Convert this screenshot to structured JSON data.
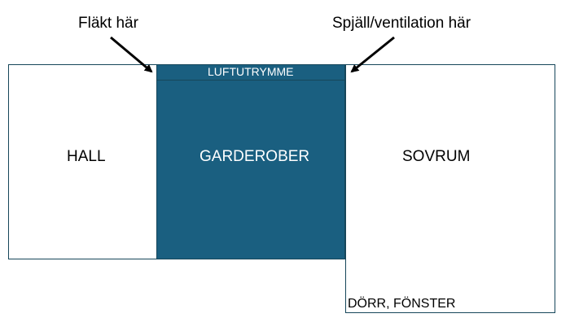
{
  "annotations": {
    "fan": "Fläkt här",
    "damper": "Spjäll/ventilation här"
  },
  "rooms": {
    "hall": "HALL",
    "wardrobe": "GARDEROBER",
    "air_space": "LUFTUTRYMME",
    "bedroom": "SOVRUM",
    "door_window": "DÖRR, FÖNSTER"
  },
  "colors": {
    "wardrobe_fill": "#1a5f80",
    "outline": "#16465a",
    "arrow": "#000000"
  }
}
